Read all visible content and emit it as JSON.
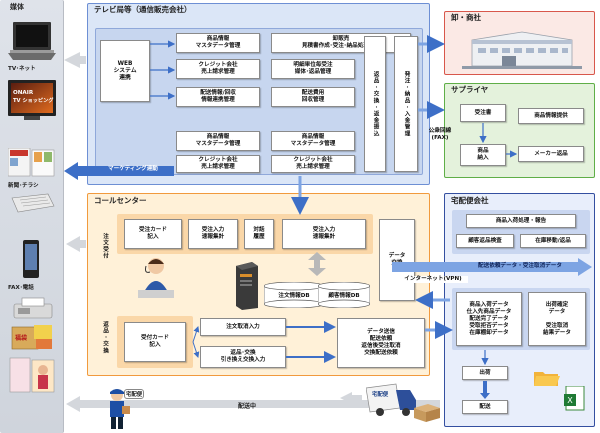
{
  "media": {
    "title": "媒体",
    "tv_net": "TV･ネット",
    "onair_line1": "ONAIR",
    "onair_line2": "TV ショッピング",
    "newspaper": "新聞･チラシ",
    "fax_phone": "FAX･電話",
    "stamp": "福袋"
  },
  "tv": {
    "title": "テレビ局等（通信販売会社）",
    "web": "WEB\nシステム\n連携",
    "r1a": "商品情報\nマスタデータ管理",
    "r1b": "卸販売\n見積書作成･受注･納品処理管理",
    "r2a": "クレジット会社\n売上請求管理",
    "r2b": "明細単位毎受注\n媒体･返品管理",
    "r3a": "配送情報/回収\n情報連携管理",
    "r3b": "配送費用\n回収管理",
    "r4a": "商品情報\nマスタデータ管理",
    "r4b": "商品情報\nマスタデータ管理",
    "r5a": "クレジット会社\n売上請求管理",
    "r5b": "クレジット会社\n売上請求管理",
    "returns": "返品･交換･返金振込",
    "order": "発注･納品･入金管理",
    "marketing": "マーケティング連動"
  },
  "wholesale": {
    "title": "卸・商社"
  },
  "supplier": {
    "title": "サプライヤ",
    "receive": "受注書",
    "product_info": "商品情報提供",
    "delivery": "商品\n納入",
    "maker_return": "メーカー返品",
    "line": "公衆回線\n(FAX)"
  },
  "call": {
    "title": "コールセンター",
    "order_recv": "注文受付",
    "card_entry": "受注カード\n記入",
    "input_sum": "受注入力\n速報集計",
    "history": "対話\n履歴",
    "input_sum2": "受注入力\n速報集計",
    "data_exchange": "データ\n交換",
    "db1": "注文情報DB",
    "db2": "顧客情報DB",
    "return_exchange": "返品･交換",
    "recv_card": "受付カード\n記入",
    "cancel_input": "注文取消入力",
    "return_input": "返品･交換\n引き換え交換入力",
    "send": "データ送信\n配送依頼\n返信後受注取消\n交換配送依頼"
  },
  "delivery": {
    "title": "宅配便会社",
    "receive_proc": "商品入荷処理・報告",
    "inspect": "顧客返品検査",
    "stock": "在庫移動/返品",
    "request": "配送依頼データ・受注取消データ",
    "data_list": "商品入荷データ\n仕入先商品データ\n配送完了データ\n受取拒否データ\n在庫棚卸データ",
    "ship_data": "出荷確定\nデータ\n\n受注取消\n結果データ",
    "ship": "出荷",
    "deliver": "配送",
    "vpn": "インターネット(VPN)"
  },
  "footer": {
    "in_transit": "配送中",
    "truck": "宅配便",
    "bag": "宅配便"
  },
  "colors": {
    "tv_border": "#6d8fd4",
    "tv_fill": "#dbe6f7",
    "call_border": "#f19a3d",
    "call_fill": "#fff1d8",
    "supplier_border": "#5fae47",
    "supplier_fill": "#e4f2dc",
    "delivery_border": "#344fa0",
    "delivery_fill": "#e8eefb",
    "arrow": "#5b8fd8"
  }
}
